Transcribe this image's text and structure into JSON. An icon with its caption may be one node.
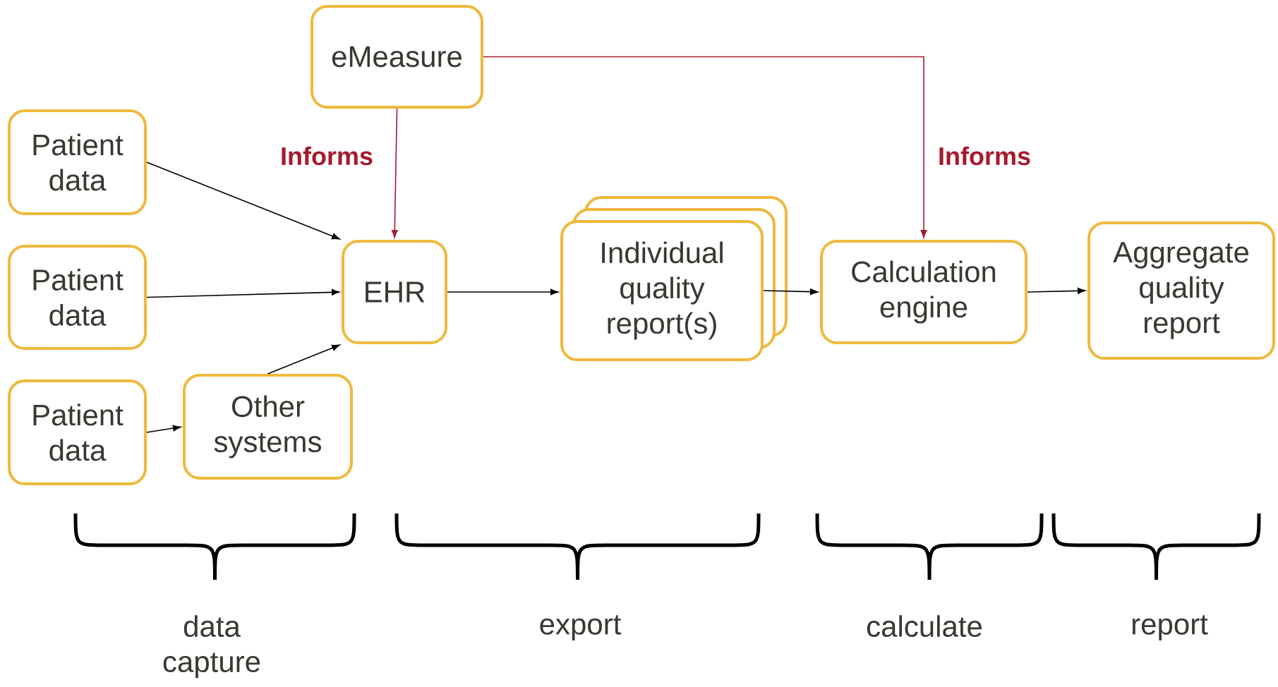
{
  "diagram": {
    "nodes": [
      {
        "text": [
          "eMeasure"
        ]
      },
      {
        "text": [
          "Patient data"
        ]
      },
      {
        "text": [
          "Patient data"
        ]
      },
      {
        "text": [
          "Patient data"
        ]
      },
      {
        "text": [
          "EHR"
        ]
      },
      {
        "text": [
          "Other systems"
        ]
      },
      {
        "text": [
          "Individual quality report(s)"
        ]
      },
      {
        "text": [
          "Calculation engine"
        ]
      },
      {
        "text": [
          "Aggregate quality report"
        ]
      }
    ],
    "edges": [
      {
        "from": 0,
        "to": 4,
        "arrow": "to",
        "label": "Informs",
        "color": "#a6192e"
      },
      {
        "from": 0,
        "to": 7,
        "arrow": "to",
        "label": "Informs",
        "color": "#a6192e"
      },
      {
        "from": 1,
        "to": 4,
        "arrow": "to"
      },
      {
        "from": 2,
        "to": 4,
        "arrow": "to"
      },
      {
        "from": 3,
        "to": 5,
        "arrow": "to"
      },
      {
        "from": 5,
        "to": 4,
        "arrow": "to"
      },
      {
        "from": 4,
        "to": 6,
        "arrow": "to"
      },
      {
        "from": 6,
        "to": 7,
        "arrow": "to"
      },
      {
        "from": 7,
        "to": 8,
        "arrow": "to"
      }
    ],
    "labels": [
      "data capture",
      "export",
      "calculate",
      "report"
    ]
  }
}
